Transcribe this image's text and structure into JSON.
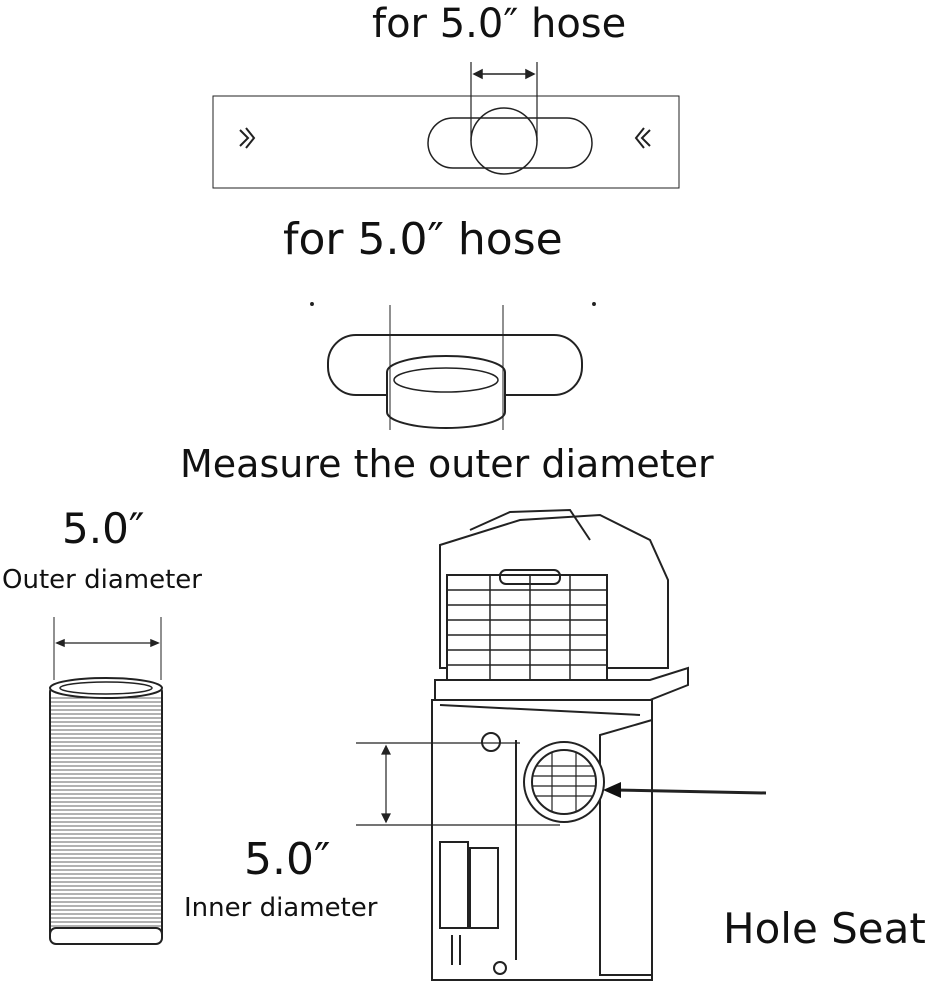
{
  "window_kit": {
    "label": "for 5.0″ hose"
  },
  "adapter": {
    "label": "for 5.0″ hose",
    "instruction": "Measure the outer diameter"
  },
  "hose": {
    "size": "5.0″",
    "caption": "Outer diameter"
  },
  "unit": {
    "size": "5.0″",
    "caption": "Inner diameter",
    "callout": "Hole Seat"
  },
  "colors": {
    "line": "#111111",
    "background": "#ffffff"
  }
}
